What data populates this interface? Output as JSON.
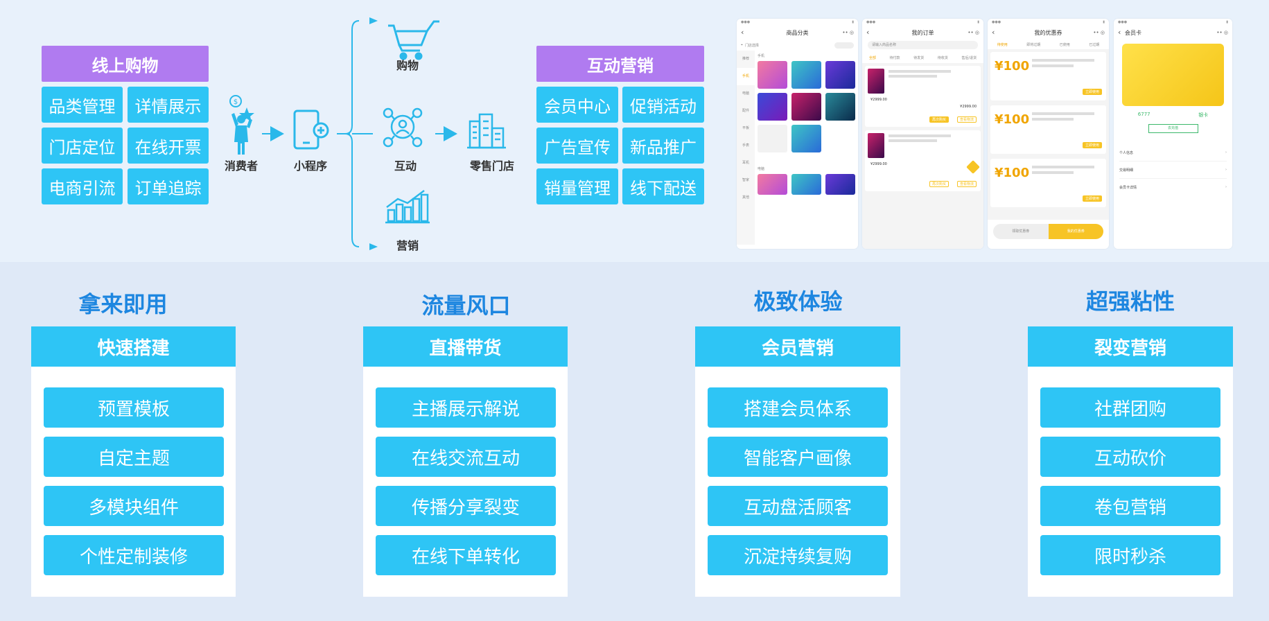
{
  "online_shopping": {
    "title": "线上购物",
    "items": [
      "品类管理",
      "详情展示",
      "门店定位",
      "在线开票",
      "电商引流",
      "订单追踪"
    ]
  },
  "interactive_marketing": {
    "title": "互动营销",
    "items": [
      "会员中心",
      "促销活动",
      "广告宣传",
      "新品推广",
      "销量管理",
      "线下配送"
    ]
  },
  "flow": {
    "consumer": "消费者",
    "mini_program": "小程序",
    "shopping": "购物",
    "interaction": "互动",
    "marketing": "营销",
    "retail_store": "零售门店"
  },
  "phones": {
    "p1": {
      "title": "商品分类",
      "location": "门店选择",
      "side_tabs": [
        "推荐",
        "手机",
        "电脑",
        "配件",
        "平板",
        "手表",
        "耳机",
        "智家",
        "其他"
      ],
      "section": "手机",
      "section2": "电脑"
    },
    "p2": {
      "title": "我的订单",
      "search": "请输入商品名称",
      "tabs": [
        "全部",
        "待付款",
        "待发货",
        "待收货",
        "售后/退货"
      ],
      "price": "¥2999.00",
      "btn1": "再次购买",
      "btn2": "查看物流"
    },
    "p3": {
      "title": "我的优惠券",
      "tabs": [
        "待使用",
        "即将过期",
        "已使用",
        "已过期"
      ],
      "amount": "100",
      "btn": "立即使用",
      "bottom_left": "领取优惠券",
      "bottom_right": "我的优惠券"
    },
    "p4": {
      "title": "会员卡",
      "menu": [
        "个人信息",
        "交易明细",
        "会员卡详情"
      ],
      "score": "6777",
      "level": "银卡",
      "btn": "去充值"
    }
  },
  "columns": [
    {
      "title": "拿来即用",
      "head": "快速搭建",
      "items": [
        "预置模板",
        "自定主题",
        "多模块组件",
        "个性定制装修"
      ]
    },
    {
      "title": "流量风口",
      "head": "直播带货",
      "items": [
        "主播展示解说",
        "在线交流互动",
        "传播分享裂变",
        "在线下单转化"
      ]
    },
    {
      "title": "极致体验",
      "head": "会员营销",
      "items": [
        "搭建会员体系",
        "智能客户画像",
        "互动盘活顾客",
        "沉淀持续复购"
      ]
    },
    {
      "title": "超强粘性",
      "head": "裂变营销",
      "items": [
        "社群团购",
        "互动砍价",
        "卷包营销",
        "限时秒杀"
      ]
    }
  ],
  "colors": {
    "accent": "#2ec5f5",
    "purple": "#b07bf0",
    "title_blue": "#1d86e0",
    "icon": "#2ab8ea"
  }
}
